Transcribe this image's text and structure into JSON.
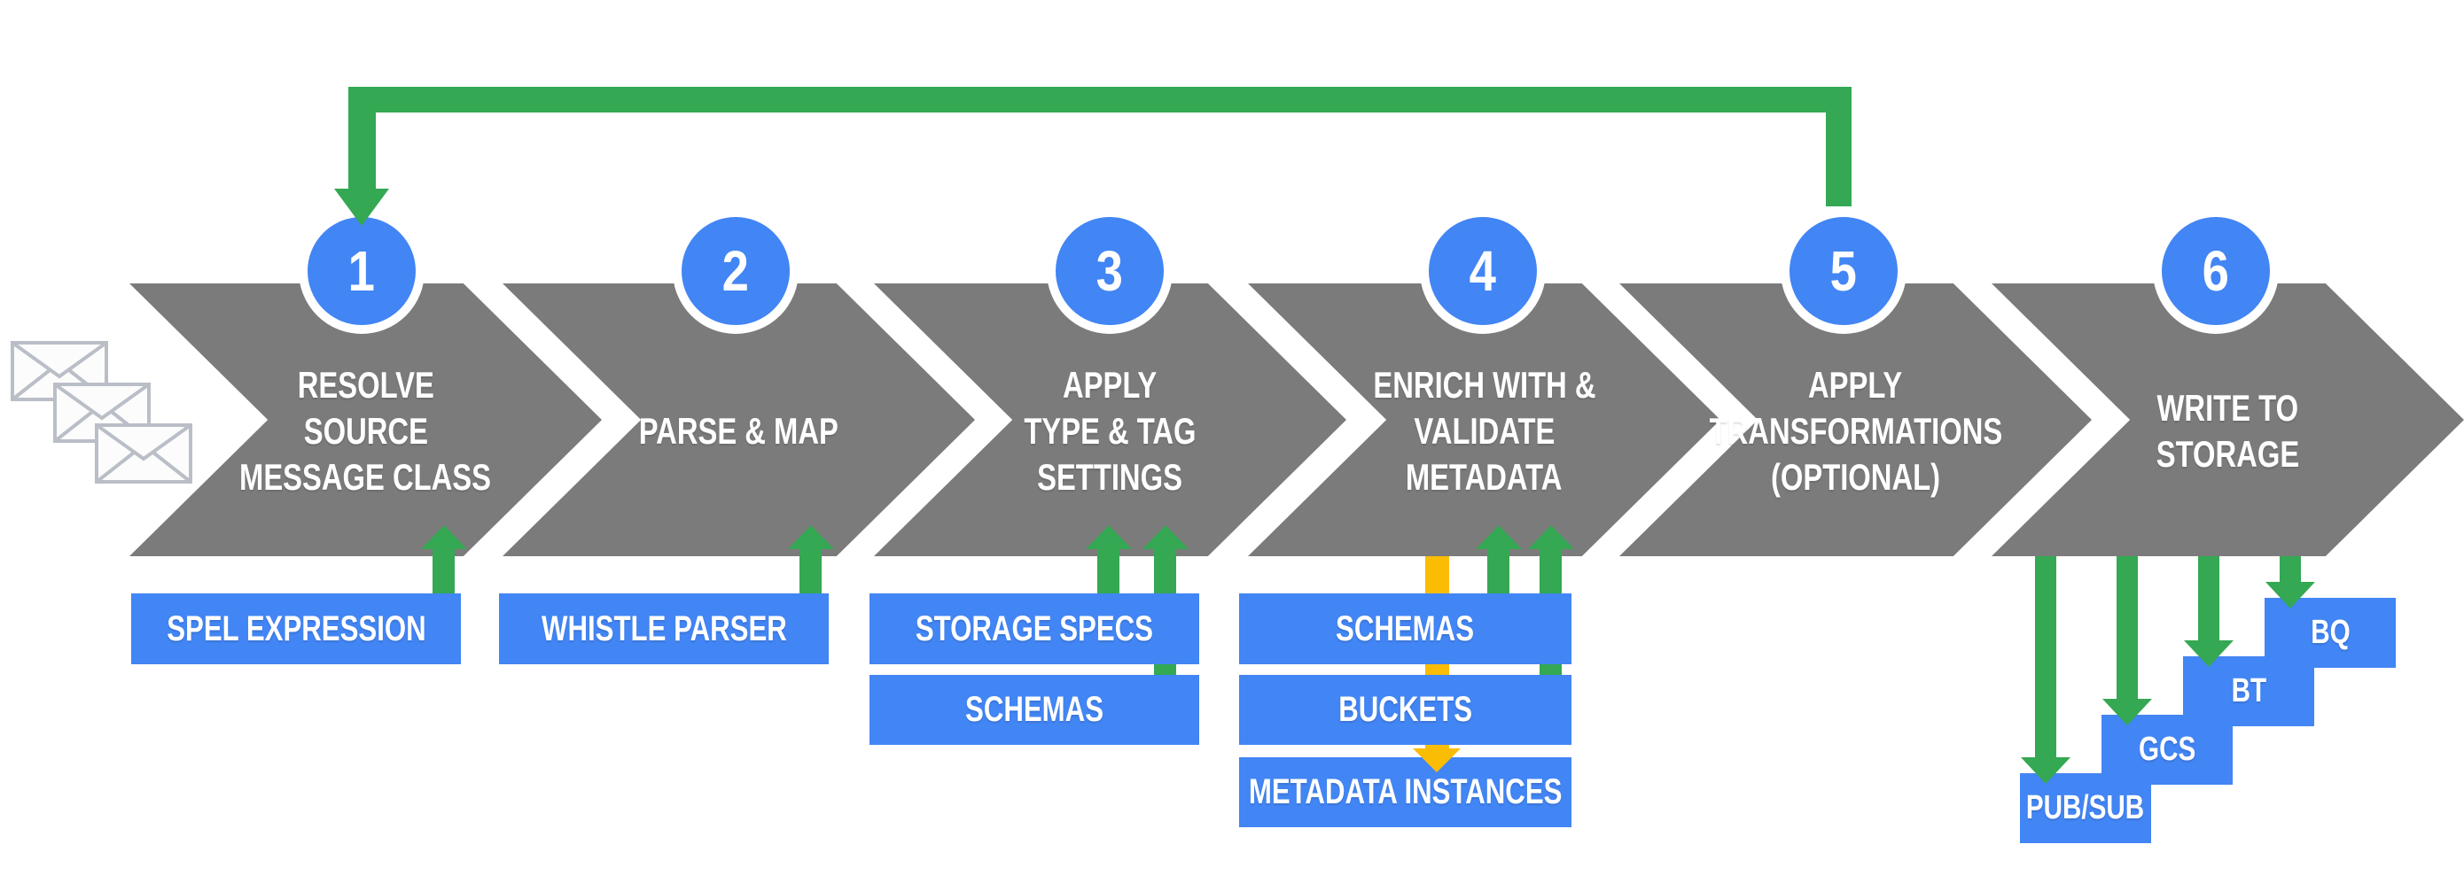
{
  "diagram_title": "",
  "colors": {
    "chevron_grey": "#7B7B7B",
    "accent_blue": "#4285F4",
    "arrow_green": "#34A853",
    "arrow_yellow": "#FBBC04",
    "text_white": "#FFFFFF",
    "envelope_grey": "#B9BEC7"
  },
  "steps": [
    {
      "number": "1",
      "lines": [
        "RESOLVE",
        "SOURCE",
        "MESSAGE CLASS"
      ]
    },
    {
      "number": "2",
      "lines": [
        "PARSE & MAP"
      ]
    },
    {
      "number": "3",
      "lines": [
        "APPLY",
        "TYPE & TAG",
        "SETTINGS"
      ]
    },
    {
      "number": "4",
      "lines": [
        "ENRICH WITH &",
        "VALIDATE",
        "METADATA"
      ]
    },
    {
      "number": "5",
      "lines": [
        "APPLY",
        "TRANSFORMATIONS",
        "(OPTIONAL)"
      ]
    },
    {
      "number": "6",
      "lines": [
        "WRITE TO",
        "STORAGE"
      ]
    }
  ],
  "config_labels": {
    "spel": "SPEL EXPRESSION",
    "whistle": "WHISTLE PARSER",
    "storage_specs": "STORAGE SPECS",
    "schemas_step3": "SCHEMAS",
    "schemas_step4": "SCHEMAS",
    "buckets": "BUCKETS",
    "metadata_instances": "METADATA INSTANCES"
  },
  "outputs": [
    {
      "label": "PUB/SUB"
    },
    {
      "label": "GCS"
    },
    {
      "label": "BT"
    },
    {
      "label": "BQ"
    }
  ],
  "icons": {
    "input_messages": "envelope-stack"
  }
}
